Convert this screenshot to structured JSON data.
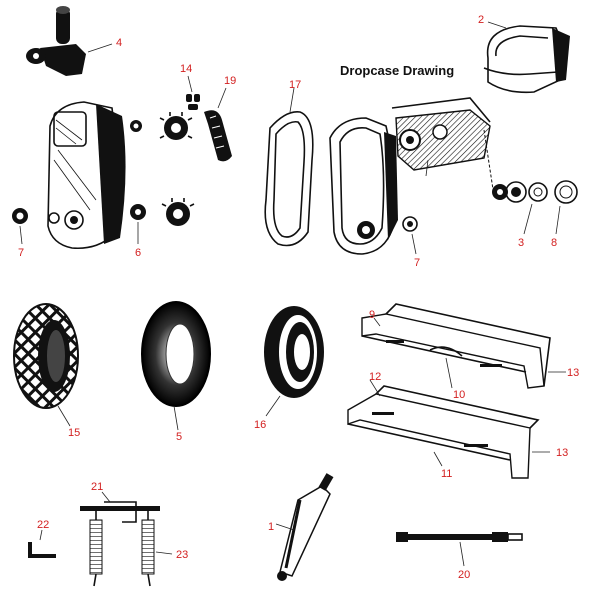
{
  "title": "Dropcase Drawing",
  "callouts": {
    "c1": "1",
    "c2": "2",
    "c3": "3",
    "c4": "4",
    "c5": "5",
    "c6": "6",
    "c7a": "7",
    "c7b": "7",
    "c8": "8",
    "c9": "9",
    "c10": "10",
    "c11": "11",
    "c12": "12",
    "c13a": "13",
    "c13b": "13",
    "c14": "14",
    "c15": "15",
    "c16": "16",
    "c17": "17",
    "c19": "19",
    "c20": "20",
    "c21": "21",
    "c22": "22",
    "c23": "23"
  },
  "colors": {
    "callout": "#d32020",
    "ink": "#111111"
  }
}
